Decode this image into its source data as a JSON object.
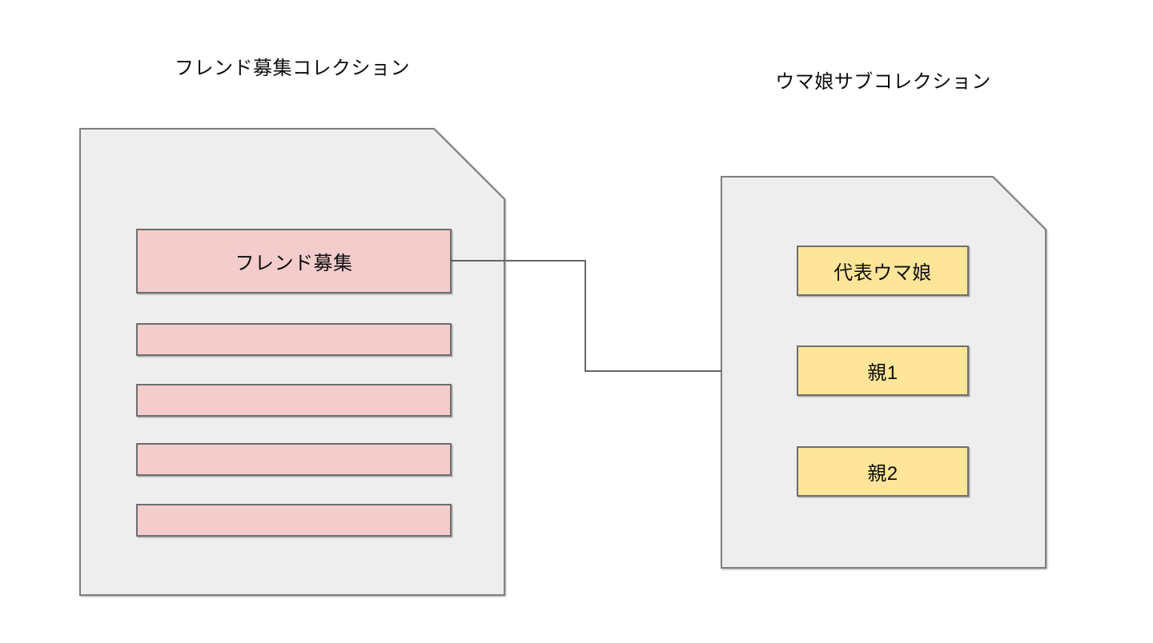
{
  "colors": {
    "canvas_bg": "#ffffff",
    "document_fill": "#eeeeee",
    "document_border": "#7f7f7f",
    "friend_item_fill": "#f4cccc",
    "item_border": "#6e6e6e",
    "uma_item_fill": "#ffe599",
    "connector": "#666666",
    "text": "#0d0d0d"
  },
  "friend_collection": {
    "title": "フレンド募集コレクション",
    "selected_item": {
      "label": "フレンド募集"
    },
    "empty_item_count": 4
  },
  "uma_subcollection": {
    "title": "ウマ娘サブコレクション",
    "items": [
      {
        "label": "代表ウマ娘"
      },
      {
        "label": "親1"
      },
      {
        "label": "親2"
      }
    ]
  }
}
